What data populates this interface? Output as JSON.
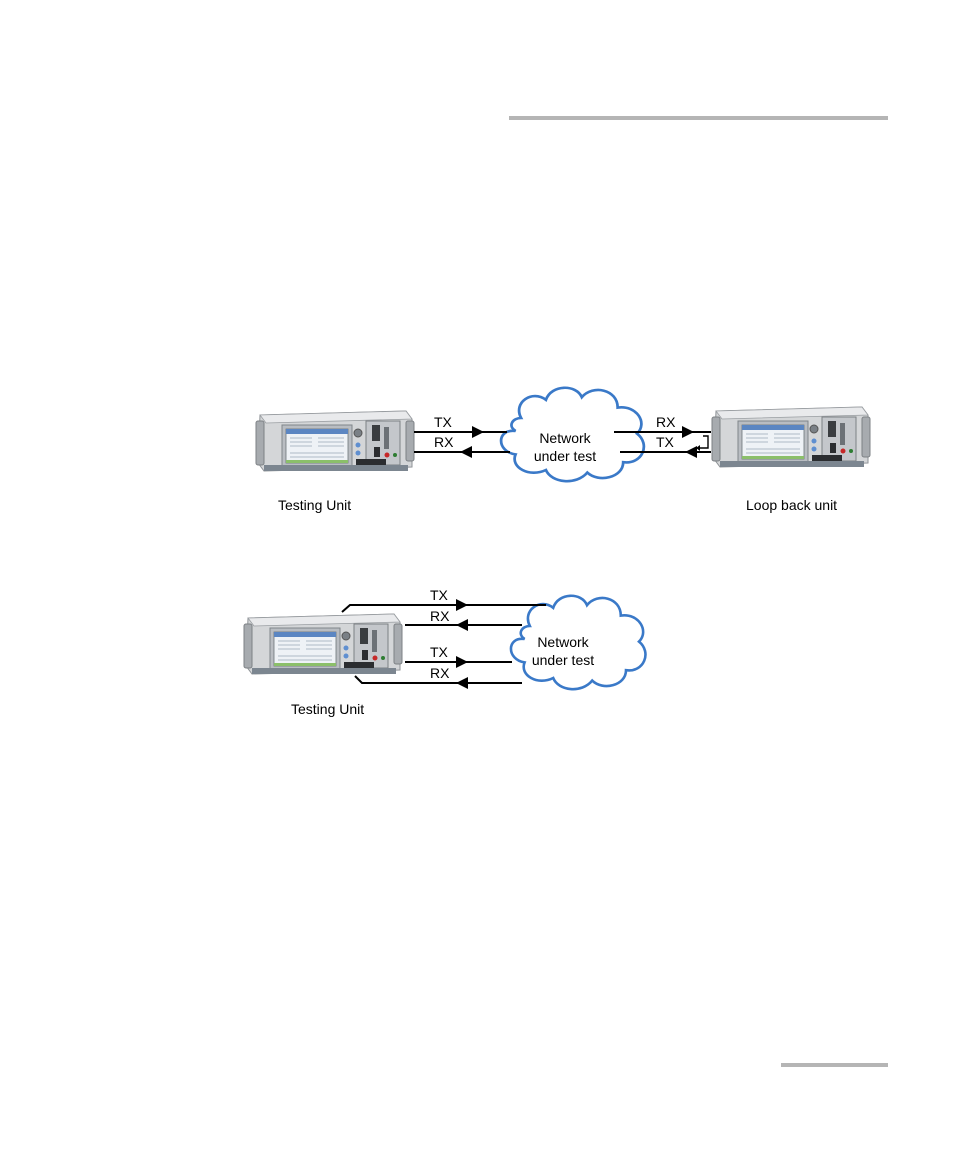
{
  "page": {
    "background": "#ffffff",
    "rule_color": "#b5b5b5"
  },
  "colors": {
    "cloud_stroke": "#3a79c8",
    "line": "#000000"
  },
  "diagram_top": {
    "cloud_line1": "Network",
    "cloud_line2": "under test",
    "left_caption": "Testing Unit",
    "right_caption": "Loop back unit",
    "tx_left": "TX",
    "rx_left": "RX",
    "rx_right": "RX",
    "tx_right": "TX"
  },
  "diagram_bottom": {
    "cloud_line1": "Network",
    "cloud_line2": "under test",
    "caption": "Testing Unit",
    "tx1": "TX",
    "rx1": "RX",
    "tx2": "TX",
    "rx2": "RX"
  }
}
